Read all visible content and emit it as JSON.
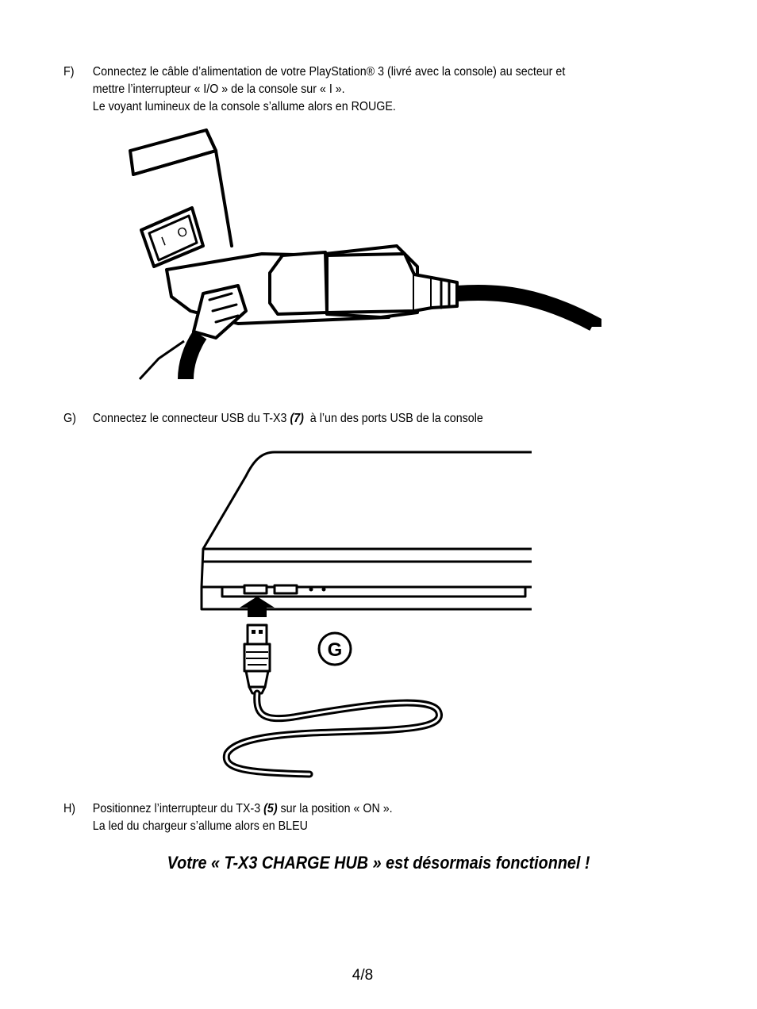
{
  "steps": [
    {
      "letter": "F)",
      "lines": [
        "Connectez le câble d’alimentation de votre PlayStation® 3 (livré avec la console) au secteur et",
        "mettre l’interrupteur « I/O » de la console sur « I ».",
        "Le voyant lumineux de la console s’allume alors en ROUGE."
      ]
    },
    {
      "letter": "G)",
      "text_before": "Connectez le connecteur USB du T-X3 ",
      "ref": "(7)",
      "text_after": "  à l’un des ports USB de la console"
    },
    {
      "letter": "H)",
      "line1_before": "Positionnez l’interrupteur du TX-3 ",
      "line1_ref": "(5)",
      "line1_after": " sur la position « ON ».",
      "line2": "La led du chargeur s’allume alors en BLEU"
    }
  ],
  "figure_power": {
    "switch_labels": [
      "I",
      "O"
    ]
  },
  "figure_usb": {
    "callout_label": "G"
  },
  "conclusion": "Votre « T-X3 CHARGE HUB » est désormais fonctionnel !",
  "page_number": "4/8"
}
